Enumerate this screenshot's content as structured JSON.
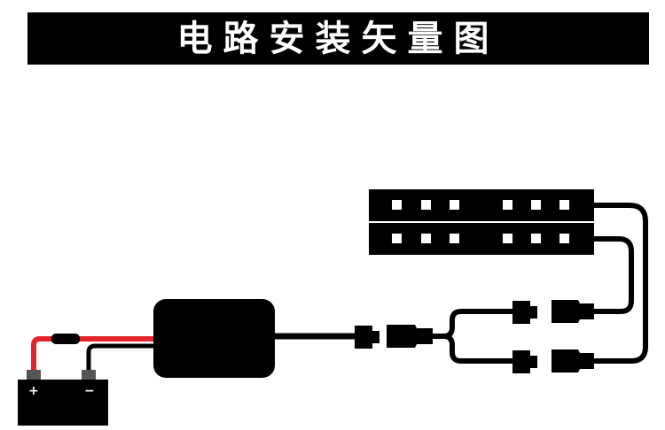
{
  "header": {
    "title": "电路安装矢量图"
  },
  "battery": {
    "positive_label": "+",
    "negative_label": "−"
  },
  "colors": {
    "positive_wire": "#e0252b",
    "background": "#ffffff",
    "foreground": "#000000",
    "led_chip": "#ffffff",
    "terminal": "#555555"
  },
  "led_strips": [
    {
      "name": "top",
      "chips": 6
    },
    {
      "name": "bottom",
      "chips": 6
    }
  ]
}
